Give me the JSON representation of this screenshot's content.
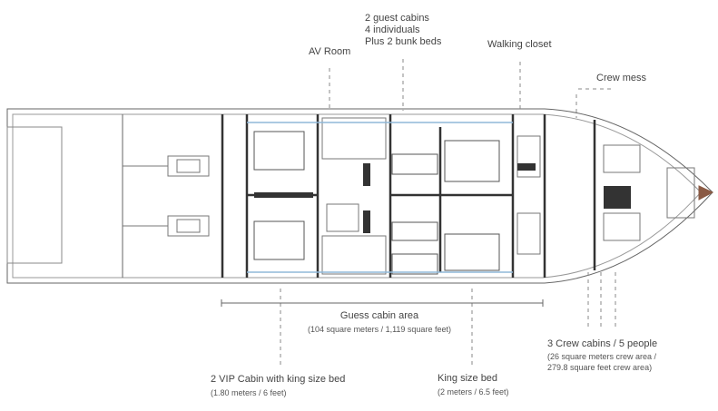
{
  "labels": {
    "av_room": "AV Room",
    "guest_cabins": [
      "2 guest cabins",
      "4 individuals",
      "Plus 2 bunk beds"
    ],
    "walking_closet": "Walking closet",
    "crew_mess": "Crew mess",
    "guest_area_title": "Guess cabin area",
    "guest_area_sub": "(104 square meters / 1,119 square feet)",
    "vip_title": "2 VIP Cabin with king size bed",
    "vip_sub": "(1.80 meters / 6 feet)",
    "king_title": "King size bed",
    "king_sub": "(2 meters / 6.5 feet)",
    "crew_title": "3 Crew cabins / 5 people",
    "crew_sub": [
      "(26 square meters crew area /",
      "279.8 square feet crew area)"
    ]
  },
  "colors": {
    "line": "#555555",
    "accent_blue": "#8fb8d8",
    "bow": "#8a5a44"
  }
}
